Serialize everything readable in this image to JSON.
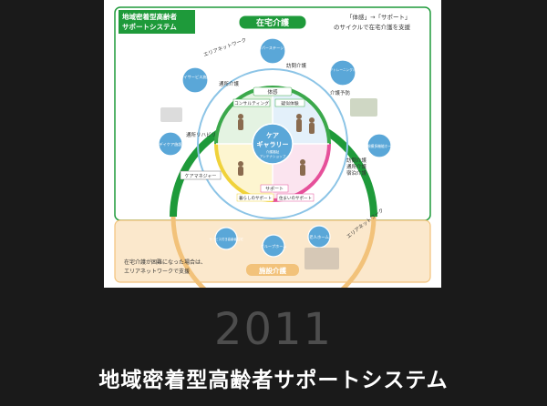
{
  "figure": {
    "corner_title_line1": "地域密着型高齢者",
    "corner_title_line2": "サポートシステム",
    "note_line1": "「体感」→「サポート」",
    "note_line2": "のサイクルで在宅介護を支援",
    "ring_label_home_care": "在宅介護",
    "ring_label_facility_care": "施設介護",
    "area_network_top": "エリアネットワーク",
    "area_network_right": "エリアネットワーク",
    "nodes": {
      "helper_station": "ヘルパーステーション",
      "day_service": "デイサービス施設",
      "senior_training_room": "シニアトレーニングルーム",
      "day_care": "デイケア施設",
      "small_multi_home": "小規模多機能ホーム",
      "service_housing": "サービス付き高齢者住宅",
      "group_home": "グループホーム",
      "nursing_home": "老人ホーム"
    },
    "services": {
      "home_visit_care": "訪問介護",
      "day_care_commute": "通所介護",
      "care_prevention": "介護予防",
      "day_rehab": "通所リハビリ",
      "multi_care": "訪問介護\n通所介護\n宿泊介護"
    },
    "inner": {
      "experience": "体感",
      "consulting": "コンサルティング",
      "trial": "疑似体験",
      "care_manager": "ケアマネジャー",
      "support": "サポート",
      "life_support": "暮らしのサポート",
      "housing_support": "住まいのサポート",
      "center_line1": "ケア",
      "center_line2": "ギャラリー",
      "center_sub1": "介護福祉",
      "center_sub2": "アンテナショップ"
    },
    "bottom_note_line1": "在宅介護が困難になった場合は、",
    "bottom_note_line2": "エリアネットワークで支援"
  },
  "caption": {
    "year": "2011",
    "title": "地域密着型高齢者サポートシステム"
  },
  "colors": {
    "green": "#1e9a3a",
    "orange": "#f2c27a",
    "blue": "#5aa7d8",
    "pink": "#e6509a",
    "yellow": "#f0d23a"
  }
}
